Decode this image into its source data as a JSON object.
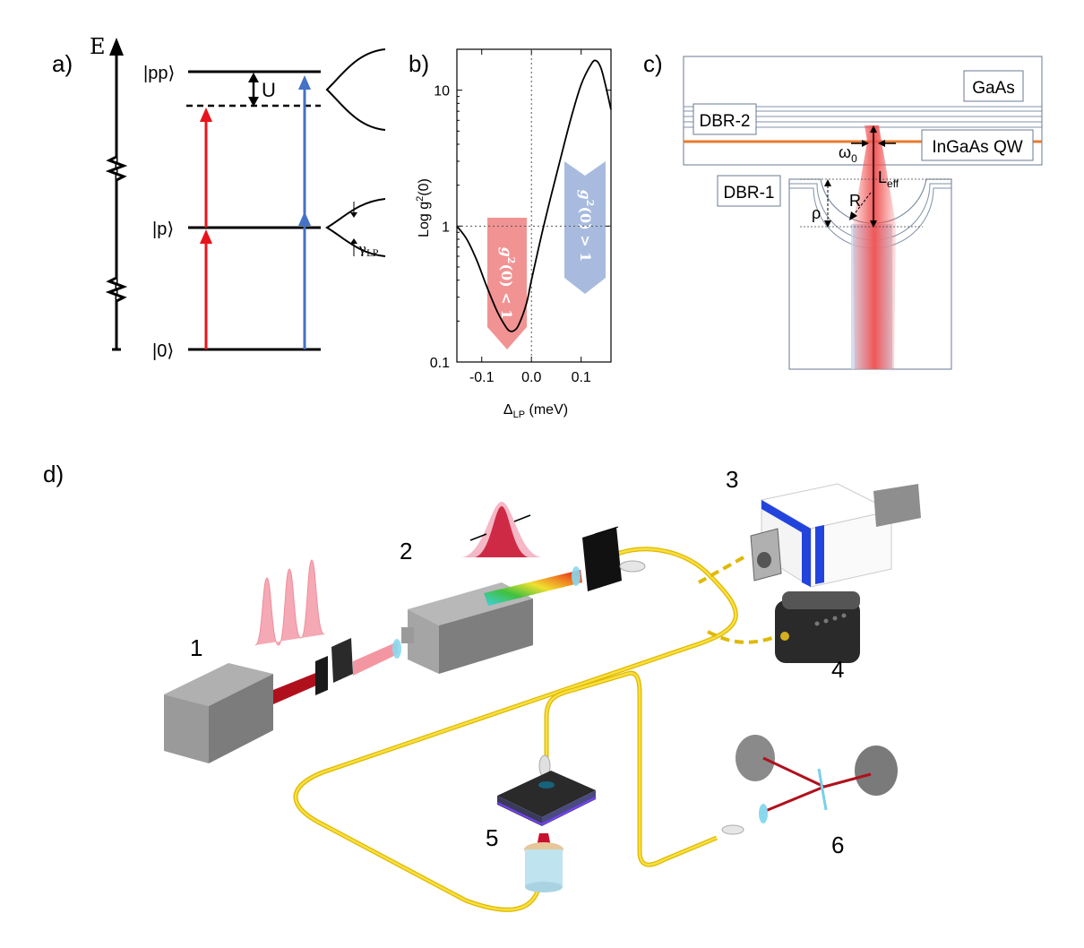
{
  "panel_a": {
    "label": "a)",
    "axis_label": "E",
    "levels": {
      "pp": "|pp⟩",
      "p": "|p⟩",
      "zero": "|0⟩"
    },
    "interaction_label": "U",
    "linewidth_label": "γ",
    "linewidth_subscript": "LP",
    "colors": {
      "red": "#e8141b",
      "blue": "#4472c4"
    }
  },
  "panel_b": {
    "label": "b)",
    "chart_data": {
      "type": "line",
      "xlabel": "Δ",
      "xlabel_sub": "LP",
      "xlabel_unit": " (meV)",
      "ylabel": "Log g",
      "ylabel_sup": "2",
      "ylabel_tail": "(0)",
      "ylog": true,
      "xlim": [
        -0.15,
        0.16
      ],
      "ylim": [
        0.1,
        20
      ],
      "xticks": [
        -0.1,
        0.0,
        0.1
      ],
      "xtick_labels": [
        "-0.1",
        "0.0",
        "0.1"
      ],
      "yticks": [
        0.1,
        1,
        10
      ],
      "ytick_labels": [
        "0.1",
        "1",
        "10"
      ],
      "series": [
        {
          "x": [
            -0.15,
            -0.13,
            -0.11,
            -0.09,
            -0.07,
            -0.055,
            -0.045,
            -0.035,
            -0.025,
            -0.01,
            0.0,
            0.02,
            0.04,
            0.06,
            0.08,
            0.1,
            0.12,
            0.13,
            0.14,
            0.15,
            0.16
          ],
          "y": [
            1.0,
            0.8,
            0.56,
            0.36,
            0.24,
            0.19,
            0.17,
            0.17,
            0.19,
            0.27,
            0.4,
            0.85,
            1.7,
            3.3,
            6.3,
            11,
            15.5,
            16.5,
            14.5,
            10.5,
            7.2
          ]
        }
      ],
      "annotations": [
        {
          "text": "g",
          "sup": "2",
          "tail": "(0) < 1",
          "color": "#f08080"
        },
        {
          "text": "g",
          "sup": "2",
          "tail": "(0) > 1",
          "color": "#9fb4dc"
        }
      ],
      "grid": false
    }
  },
  "panel_c": {
    "label": "c)",
    "layers": {
      "gaas": "GaAs",
      "dbr2": "DBR-2",
      "qw": "InGaAs QW",
      "dbr1": "DBR-1"
    },
    "symbols": {
      "waist": "ω",
      "waist_sub": "0",
      "leff": "L",
      "leff_sub": "eff",
      "radius": "R",
      "depth": "ρ"
    },
    "colors": {
      "qw": "#e87a2d",
      "beam": "#f05050",
      "guide": "#c9d6ec"
    }
  },
  "panel_d": {
    "label": "d)",
    "components": [
      "1",
      "2",
      "3",
      "4",
      "5",
      "6"
    ],
    "colors": {
      "fiber": "#f2d21a",
      "laser": "#c8102e",
      "box": "#8c8c8c",
      "detector": "#2244dd"
    }
  }
}
